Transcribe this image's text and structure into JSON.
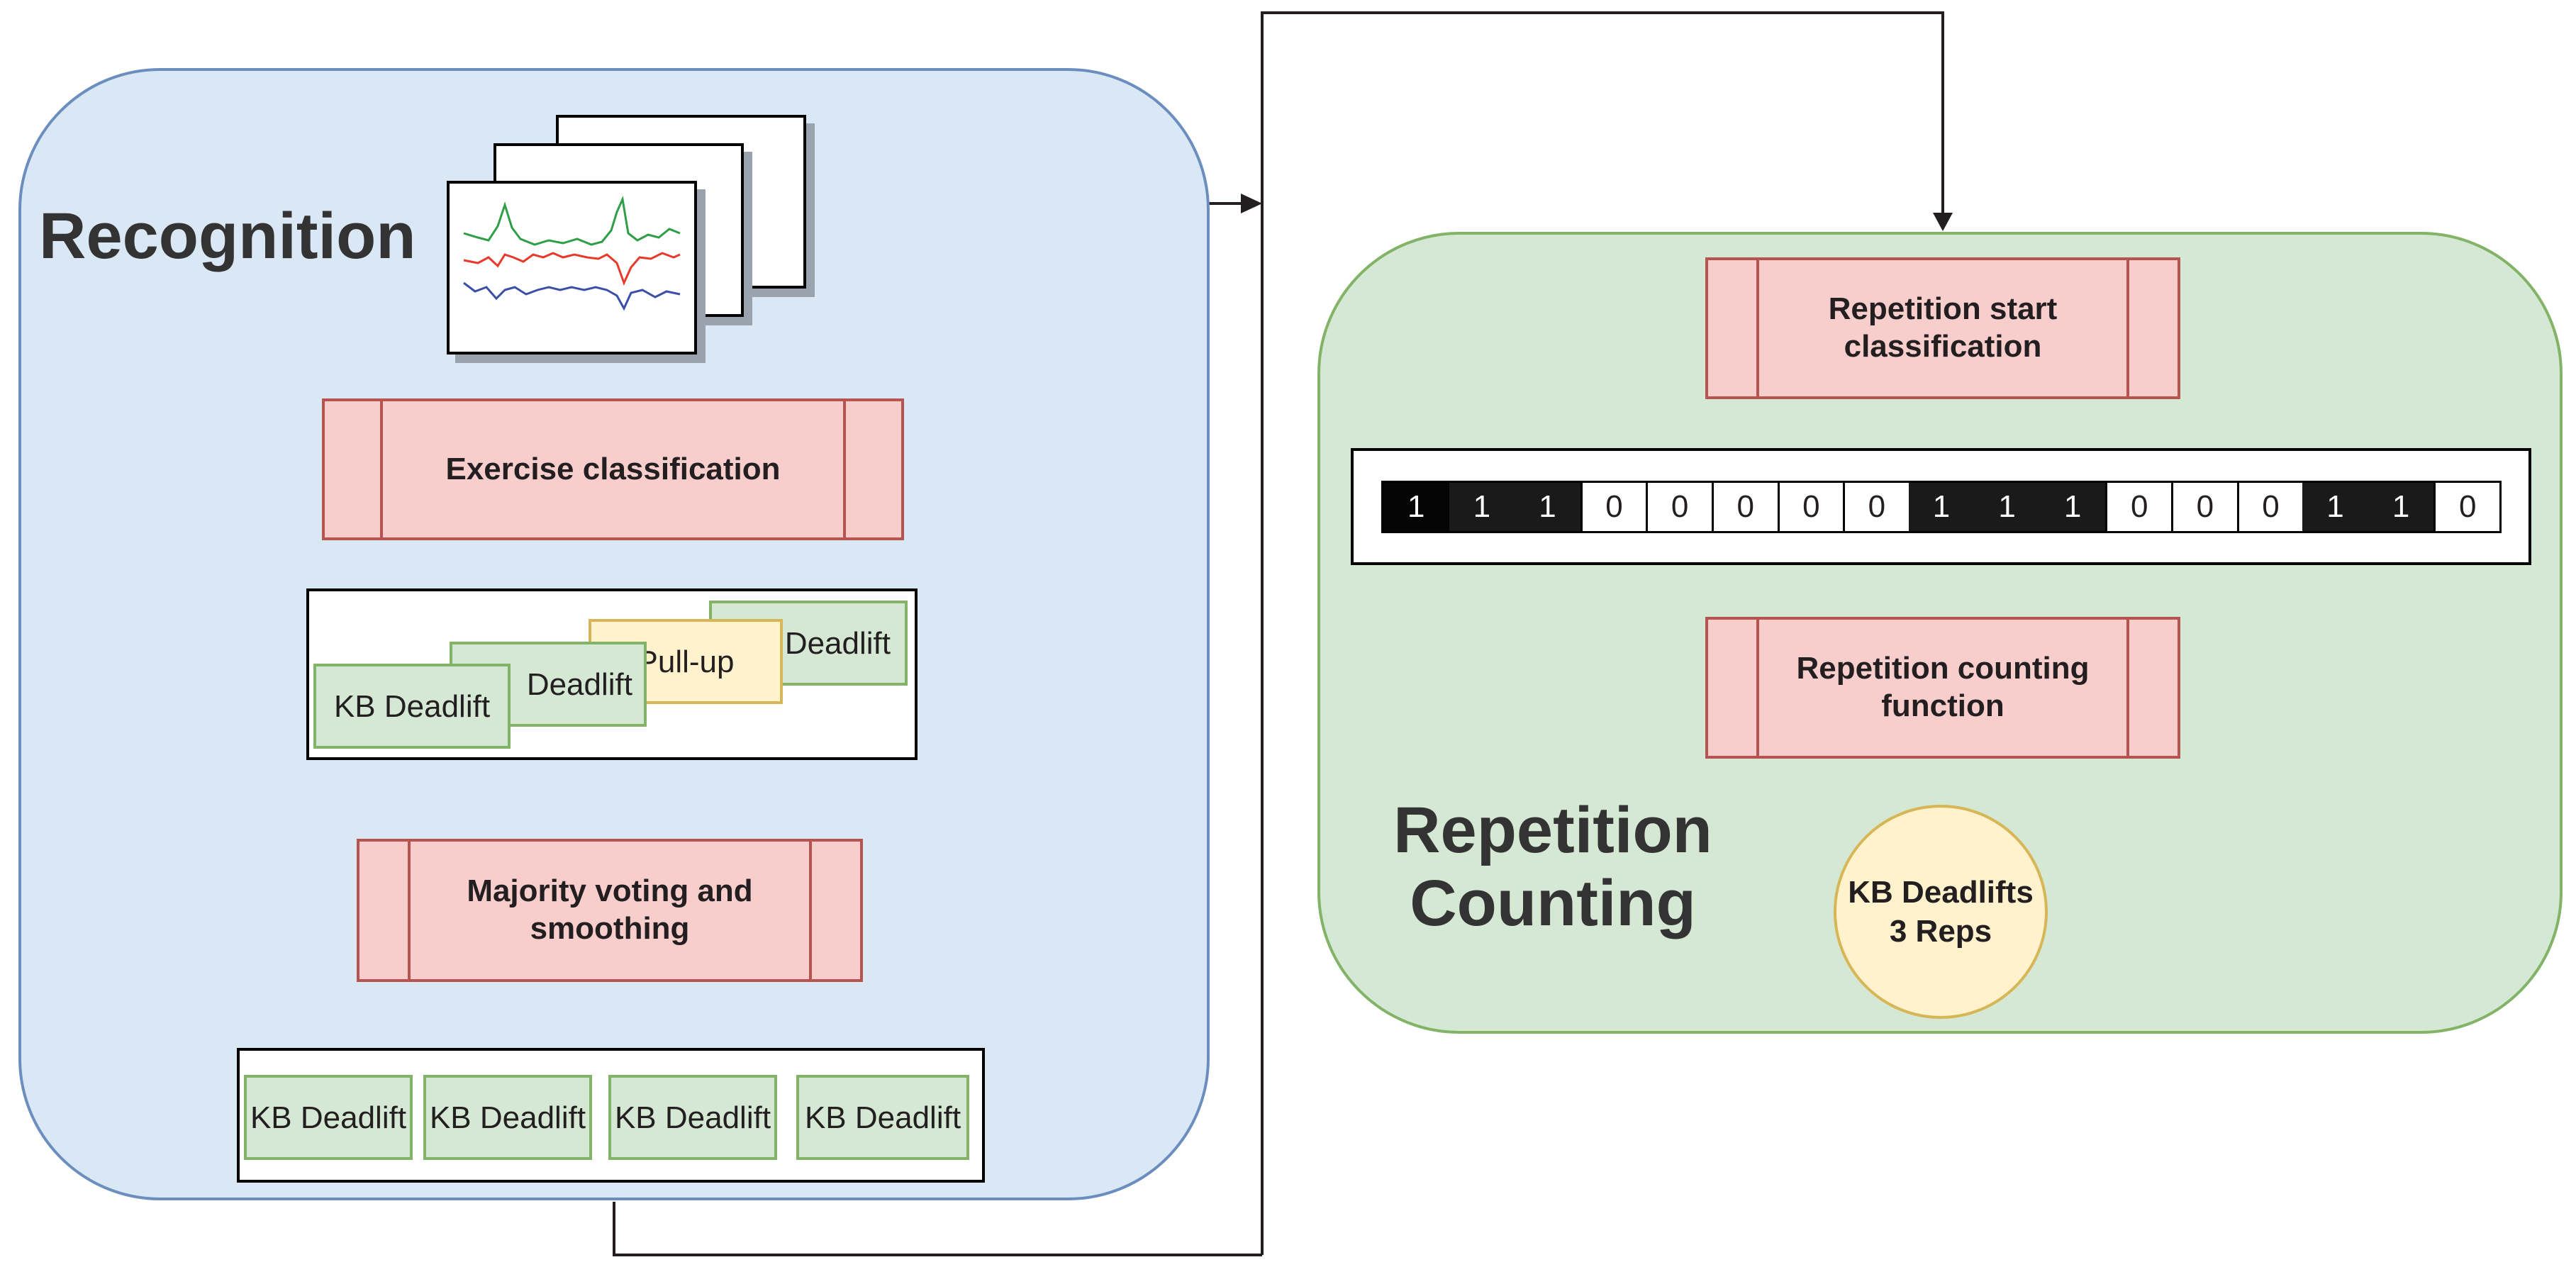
{
  "recognition": {
    "title": "Recognition",
    "exercise_classification": "Exercise classification",
    "predictions": {
      "labels": [
        "KB Deadlift",
        "Deadlift",
        "Pull-up",
        "Deadlift"
      ],
      "colors": [
        "green",
        "green",
        "yellow",
        "green"
      ]
    },
    "majority_voting": "Majority voting and smoothing",
    "smoothed_labels": [
      "KB Deadlift",
      "KB Deadlift",
      "KB Deadlift",
      "KB Deadlift"
    ]
  },
  "repetition_counting": {
    "title": "Repetition Counting",
    "start_classification": "Repetition start classification",
    "sequence": [
      "1",
      "1",
      "1",
      "0",
      "0",
      "0",
      "0",
      "0",
      "1",
      "1",
      "1",
      "0",
      "0",
      "0",
      "1",
      "1",
      "0"
    ],
    "counting_function": "Repetition counting function",
    "result": "KB Deadlifts 3 Reps"
  },
  "colors": {
    "recognition_fill": "#dae7f5",
    "recognition_stroke": "#6c8ebf",
    "counting_fill": "#d5e8d4",
    "counting_stroke": "#82b366",
    "process_fill": "#f8cecc",
    "process_stroke": "#b85450",
    "label_green_fill": "#d5e8d4",
    "label_yellow_fill": "#fff2cc",
    "sequence_one": "#1a1a1a",
    "sequence_zero": "#ffffff",
    "signal_green": "#2e9e47",
    "signal_red": "#e8392a",
    "signal_blue": "#3b4fa8"
  }
}
